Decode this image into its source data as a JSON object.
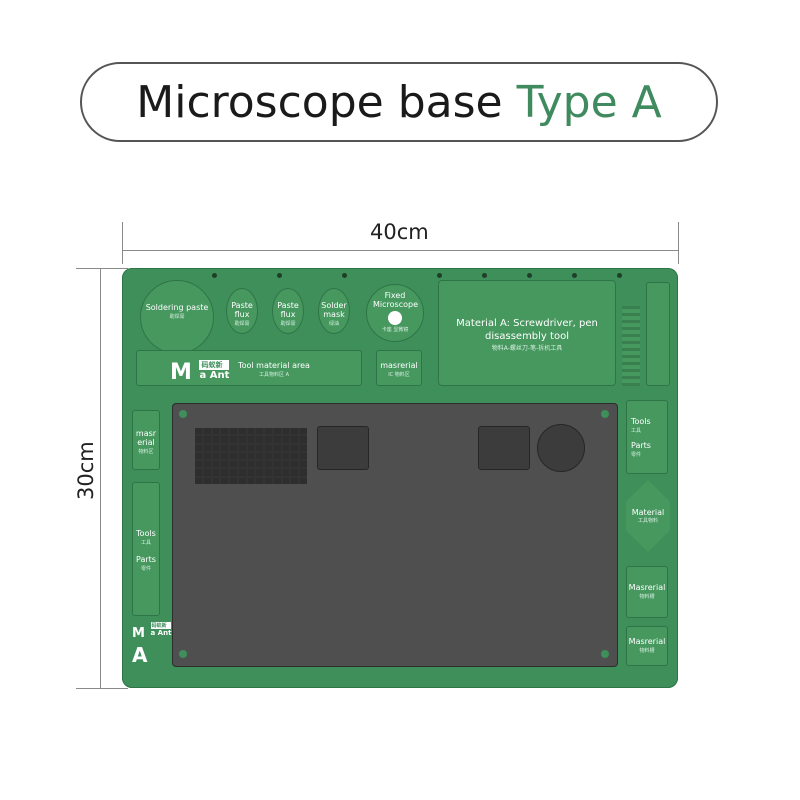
{
  "title": {
    "main": "Microscope base",
    "accent": "Type A"
  },
  "dimensions": {
    "width": "40cm",
    "height": "30cm"
  },
  "mat": {
    "soldering_paste": {
      "label": "Soldering paste",
      "sub": "助焊膏"
    },
    "paste_flux_1": {
      "label": "Paste flux",
      "sub": "助焊膏"
    },
    "paste_flux_2": {
      "label": "Paste flux",
      "sub": "助焊膏"
    },
    "solder_mask": {
      "label": "Solder mask",
      "sub": "绿油"
    },
    "fixed_microscope": {
      "label": "Fixed Microscope",
      "sub": "卡座 显微镜"
    },
    "material_a": {
      "label": "Material A: Screwdriver, pen disassembly tool",
      "sub": "物料A-螺丝刀-笔-拆机工具"
    },
    "tool_material_area": {
      "label": "Tool material area",
      "sub": "工具物料区 A"
    },
    "ic_material": {
      "label": "masrerial",
      "sub": "IC 物料区"
    },
    "left_material": {
      "label": "masr erial",
      "sub": "物料区"
    },
    "left_tools": {
      "label": "Tools",
      "sub": "工具"
    },
    "left_parts": {
      "label": "Parts",
      "sub": "零件"
    },
    "right_tools": {
      "label": "Tools",
      "sub": "工具"
    },
    "right_parts": {
      "label": "Parts",
      "sub": "零件"
    },
    "right_material_diamond": {
      "label": "Material",
      "sub": "工具物料"
    },
    "right_masrerial_1": {
      "label": "Masrerial",
      "sub": "物料槽"
    },
    "right_masrerial_2": {
      "label": "Masrerial",
      "sub": "物料槽"
    },
    "logo_top": {
      "mark": "M",
      "text_cn": "码蚁新",
      "text_en": "a Ant"
    },
    "logo_bottom": {
      "mark": "M",
      "text_cn": "码蚁新",
      "text_en": "a Ant",
      "letter": "A"
    }
  },
  "colors": {
    "mat": "#3f8f5b",
    "accent": "#3f8a5e",
    "plate": "#4f4f4f"
  }
}
